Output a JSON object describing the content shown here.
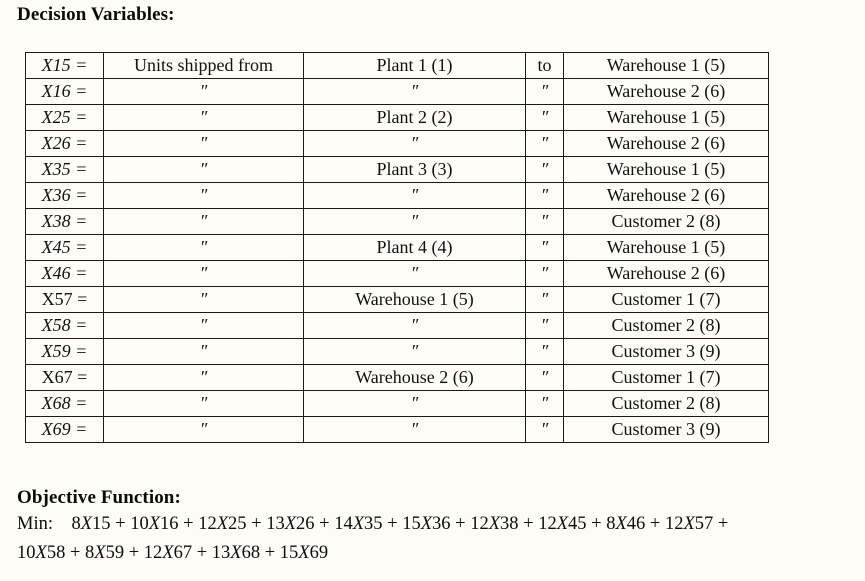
{
  "document": {
    "decision_heading": "Decision Variables:",
    "objective_heading": "Objective Function:"
  },
  "table": {
    "ditto": "″",
    "columns": [
      "variable",
      "description",
      "origin",
      "connector",
      "destination"
    ],
    "rows": [
      {
        "variable": "X15 =",
        "variable_style": "italic",
        "description": "Units shipped from",
        "origin": "Plant 1 (1)",
        "connector": "to",
        "destination": "Warehouse 1 (5)"
      },
      {
        "variable": "X16 =",
        "variable_style": "italic",
        "description": "″",
        "origin": "″",
        "connector": "″",
        "destination": "Warehouse 2 (6)"
      },
      {
        "variable": "X25 =",
        "variable_style": "italic",
        "description": "″",
        "origin": "Plant 2 (2)",
        "connector": "″",
        "destination": "Warehouse 1 (5)"
      },
      {
        "variable": "X26 =",
        "variable_style": "italic",
        "description": "″",
        "origin": "″",
        "connector": "″",
        "destination": "Warehouse 2 (6)"
      },
      {
        "variable": "X35 =",
        "variable_style": "italic",
        "description": "″",
        "origin": "Plant 3 (3)",
        "connector": "″",
        "destination": "Warehouse 1 (5)"
      },
      {
        "variable": "X36 =",
        "variable_style": "italic",
        "description": "″",
        "origin": "″",
        "connector": "″",
        "destination": "Warehouse 2 (6)"
      },
      {
        "variable": "X38 =",
        "variable_style": "italic",
        "description": "″",
        "origin": "″",
        "connector": "″",
        "destination": "Customer 2 (8)"
      },
      {
        "variable": "X45 =",
        "variable_style": "italic",
        "description": "″",
        "origin": "Plant 4 (4)",
        "connector": "″",
        "destination": "Warehouse 1 (5)"
      },
      {
        "variable": "X46 =",
        "variable_style": "italic",
        "description": "″",
        "origin": "″",
        "connector": "″",
        "destination": "Warehouse 2 (6)"
      },
      {
        "variable": "X57 =",
        "variable_style": "upright",
        "description": "″",
        "origin": "Warehouse 1 (5)",
        "connector": "″",
        "destination": "Customer 1 (7)"
      },
      {
        "variable": "X58 =",
        "variable_style": "italic",
        "description": "″",
        "origin": "″",
        "connector": "″",
        "destination": "Customer 2 (8)"
      },
      {
        "variable": "X59 =",
        "variable_style": "italic",
        "description": "″",
        "origin": "″",
        "connector": "″",
        "destination": "Customer 3 (9)"
      },
      {
        "variable": "X67 =",
        "variable_style": "upright",
        "description": "″",
        "origin": "Warehouse 2 (6)",
        "connector": "″",
        "destination": "Customer 1 (7)"
      },
      {
        "variable": "X68 =",
        "variable_style": "italic",
        "description": "″",
        "origin": "″",
        "connector": "″",
        "destination": "Customer 2 (8)"
      },
      {
        "variable": "X69 =",
        "variable_style": "italic",
        "description": "″",
        "origin": "″",
        "connector": "″",
        "destination": "Customer 3 (9)"
      }
    ]
  },
  "objective": {
    "label": "Min:",
    "line_1": "8X15 + 10X16 + 12X25 + 13X26 + 14X35 + 15X36 + 12X38 + 12X45 + 8X46 + 12X57 +",
    "line_2": "10X58 + 8X59 + 12X67 + 13X68 + 15X69",
    "terms": [
      {
        "coefficient": 8,
        "variable": "X15"
      },
      {
        "coefficient": 10,
        "variable": "X16"
      },
      {
        "coefficient": 12,
        "variable": "X25"
      },
      {
        "coefficient": 13,
        "variable": "X26"
      },
      {
        "coefficient": 14,
        "variable": "X35"
      },
      {
        "coefficient": 15,
        "variable": "X36"
      },
      {
        "coefficient": 12,
        "variable": "X38"
      },
      {
        "coefficient": 12,
        "variable": "X45"
      },
      {
        "coefficient": 8,
        "variable": "X46"
      },
      {
        "coefficient": 12,
        "variable": "X57"
      },
      {
        "coefficient": 10,
        "variable": "X58"
      },
      {
        "coefficient": 8,
        "variable": "X59"
      },
      {
        "coefficient": 12,
        "variable": "X67"
      },
      {
        "coefficient": 13,
        "variable": "X68"
      },
      {
        "coefficient": 15,
        "variable": "X69"
      }
    ]
  },
  "colors": {
    "page_background": "#fdfcf7",
    "text": "#111111",
    "border": "#1a1a1a"
  }
}
